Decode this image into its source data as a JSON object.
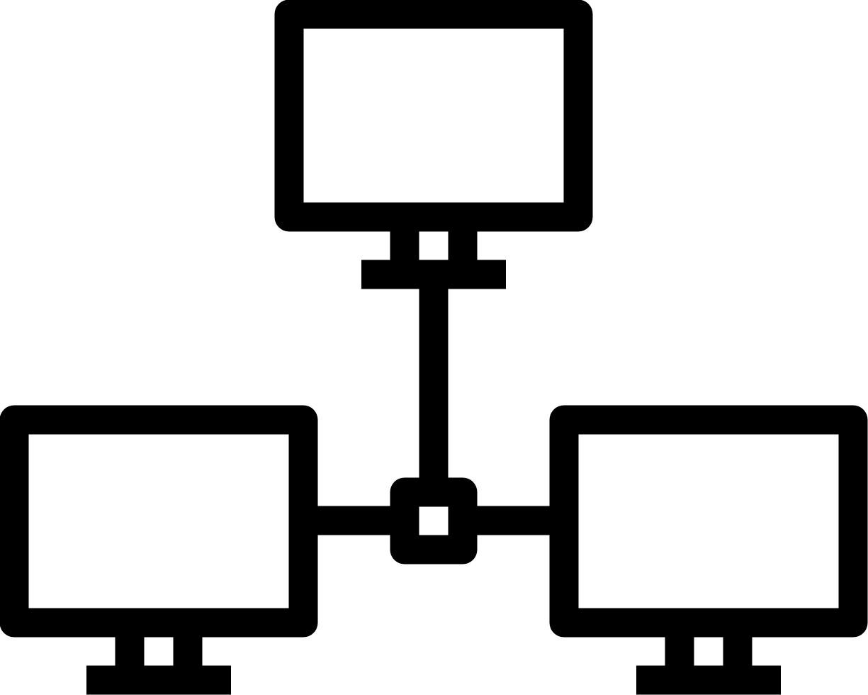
{
  "icon": {
    "name": "network-computers-icon",
    "style": "outline",
    "stroke_color": "#000000",
    "background_color": "#ffffff",
    "nodes": [
      "monitor-top",
      "monitor-left",
      "monitor-right"
    ],
    "hub": "network-hub"
  }
}
